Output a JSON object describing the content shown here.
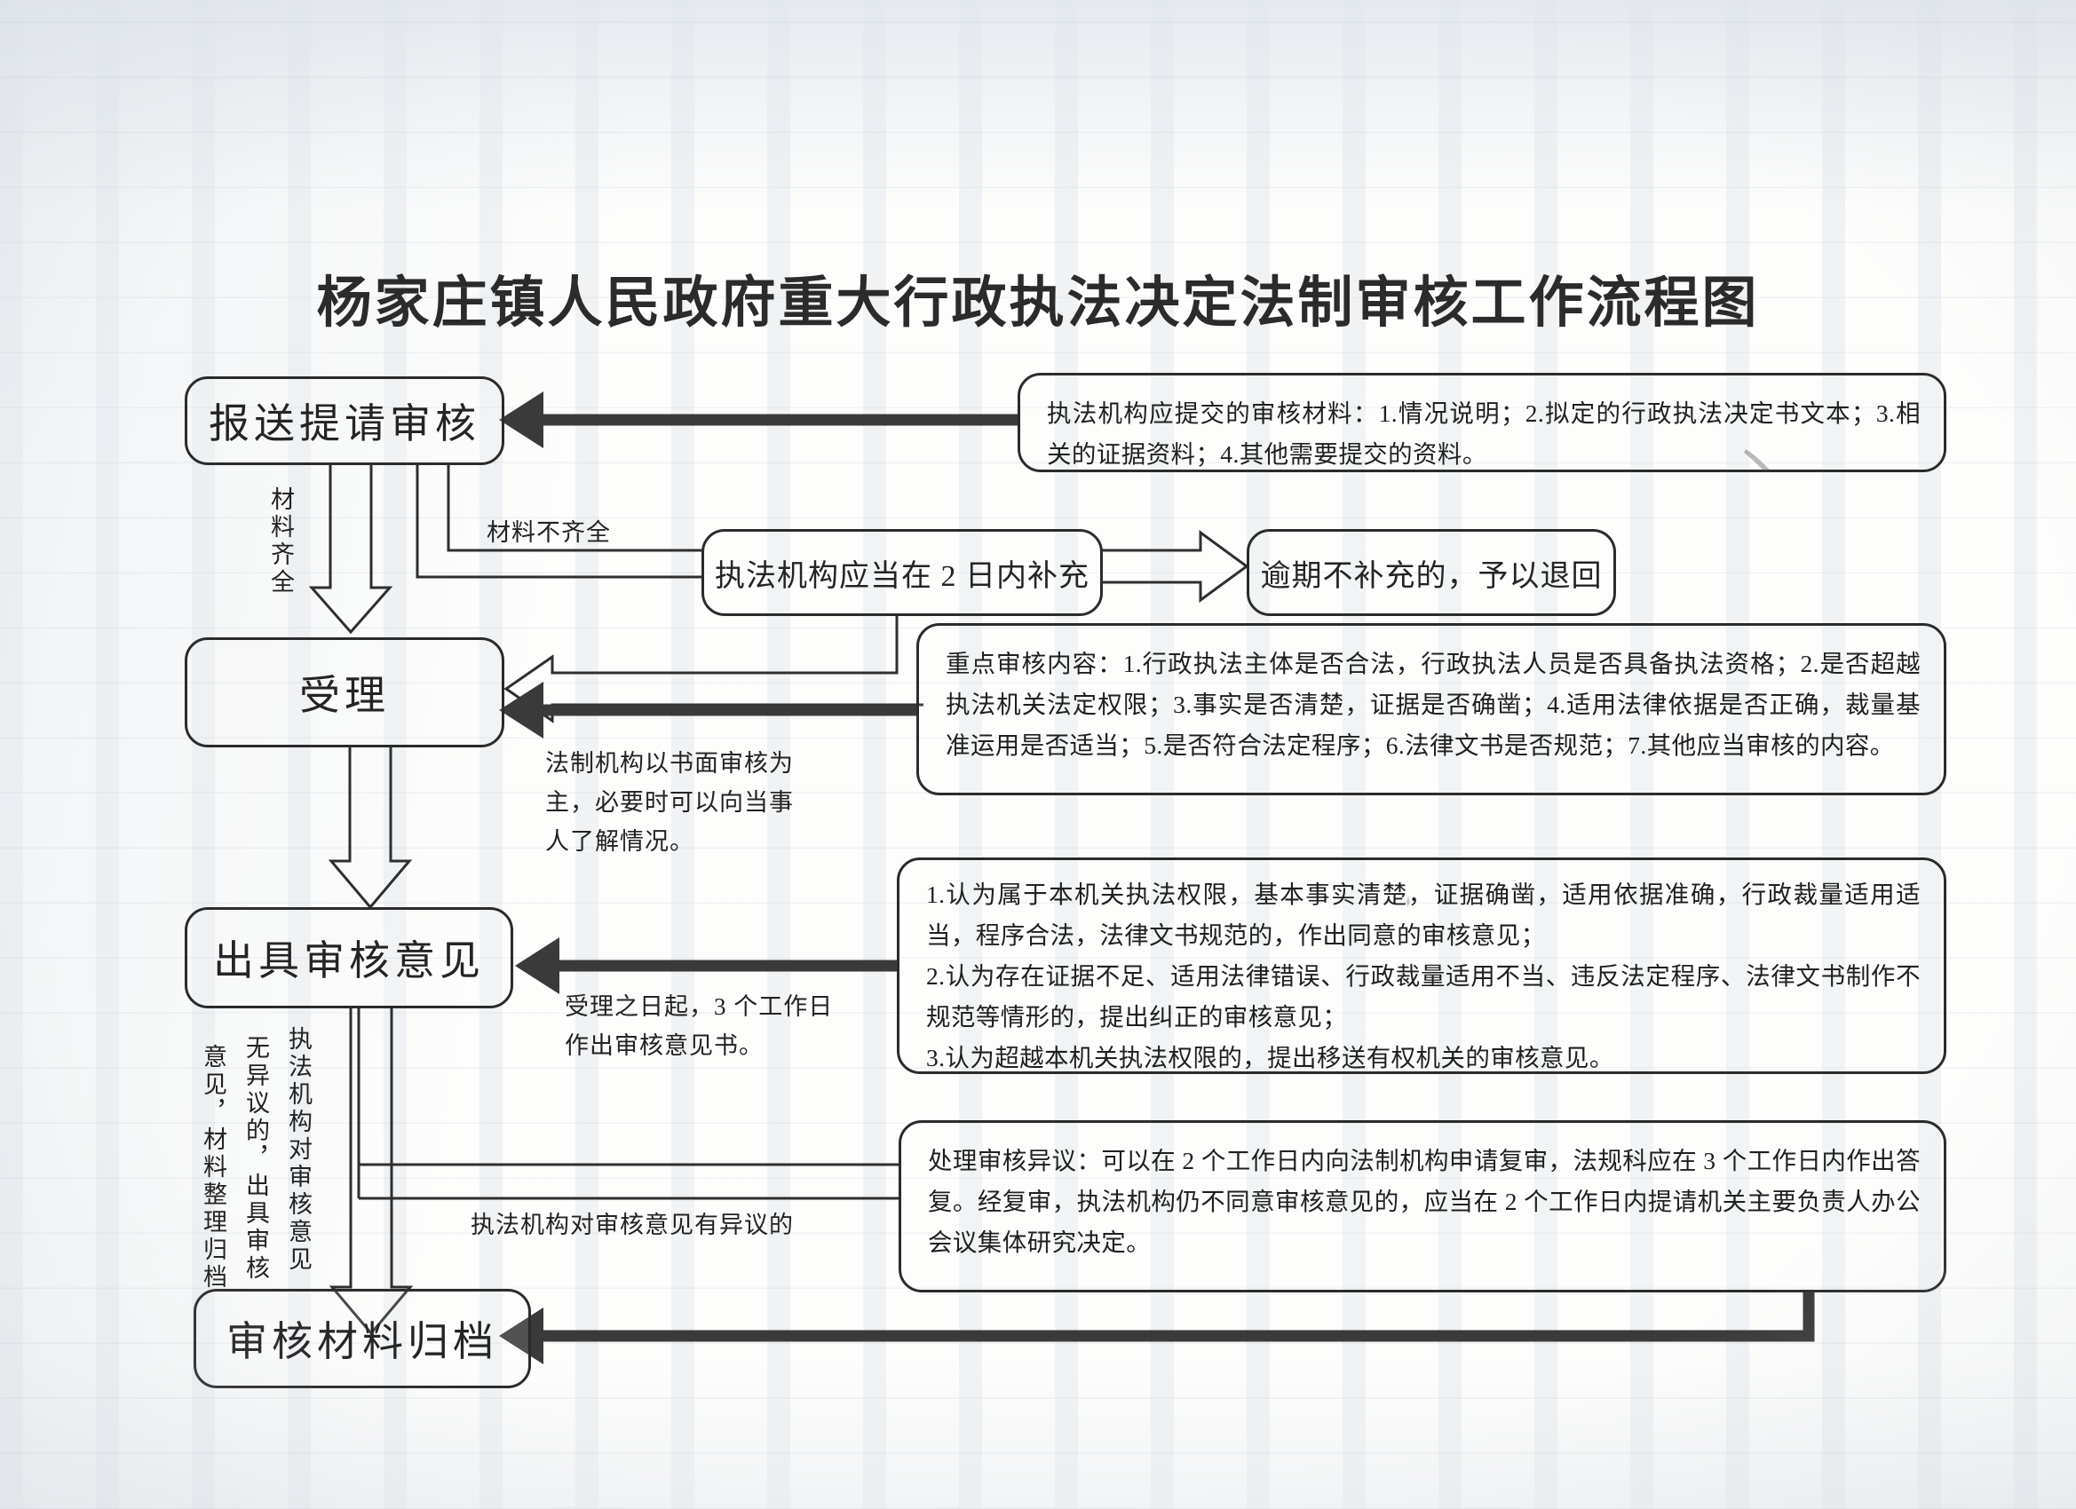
{
  "document": {
    "title": "杨家庄镇人民政府重大行政执法决定法制审核工作流程图"
  },
  "nodes": {
    "submit": "报送提请审核",
    "accept": "受理",
    "issue_opinion": "出具审核意见",
    "archive": "审核材料归档",
    "supplement": "执法机构应当在 2 日内补充",
    "return_overdue": "逾期不补充的，予以退回"
  },
  "edge_labels": {
    "materials_complete": "材料齐全",
    "materials_incomplete": "材料不齐全",
    "has_objection": "执法机构对审核意见有异议的",
    "no_objection_vertical_col1": "执法机构对审核意见",
    "no_objection_vertical_col2": "无异议的，出具审核",
    "no_objection_vertical_col3": "意见，材料整理归档"
  },
  "annotations": {
    "written_review": "法制机构以书面审核为\n主，必要时可以向当事\n人了解情况。",
    "three_working_days": "受理之日起，3 个工作日\n作出审核意见书。"
  },
  "info_boxes": {
    "submit_materials": "执法机构应提交的审核材料：1.情况说明；2.拟定的行政执法决定书文本；3.相关的证据资料；4.其他需要提交的资料。",
    "key_review_content": "重点审核内容：1.行政执法主体是否合法，行政执法人员是否具备执法资格；2.是否超越执法机关法定权限；3.事实是否清楚，证据是否确凿；4.适用法律依据是否正确，裁量基准运用是否适当；5.是否符合法定程序；6.法律文书是否规范；7.其他应当审核的内容。",
    "opinion_types_1": "1.认为属于本机关执法权限，基本事实清楚，证据确凿，适用依据准确，行政裁量适用适当，程序合法，法律文书规范的，作出同意的审核意见；",
    "opinion_types_2": "2.认为存在证据不足、适用法律错误、行政裁量适用不当、违反法定程序、法律文书制作不规范等情形的，提出纠正的审核意见；",
    "opinion_types_3": "3.认为超越本机关执法权限的，提出移送有权机关的审核意见。",
    "objection_handling": "处理审核异议：可以在 2 个工作日内向法制机构申请复审，法规科应在 3 个工作日内作出答复。经复审，执法机构仍不同意审核意见的，应当在 2 个工作日内提请机关主要负责人办公会议集体研究决定。"
  },
  "colors": {
    "ink": "#2b2b2b",
    "bold_arrow": "#3a3a3a",
    "paper": "#fdfdfc"
  },
  "chart_data": {
    "type": "diagram",
    "diagram_kind": "flowchart",
    "flow_sequence": [
      "报送提请审核",
      "受理",
      "出具审核意见",
      "审核材料归档"
    ],
    "branches": [
      {
        "from": "报送提请审核",
        "to": "受理",
        "label": "材料齐全"
      },
      {
        "from": "报送提请审核",
        "to": "执法机构应当在 2 日内补充",
        "label": "材料不齐全"
      },
      {
        "from": "执法机构应当在 2 日内补充",
        "to": "逾期不补充的，予以退回",
        "label": ""
      },
      {
        "from": "执法机构应当在 2 日内补充",
        "to": "受理",
        "label": ""
      },
      {
        "from": "受理",
        "to": "出具审核意见",
        "label": ""
      },
      {
        "from": "出具审核意见",
        "to": "审核材料归档",
        "label": "执法机构对审核意见无异议的，出具审核意见，材料整理归档"
      },
      {
        "from": "出具审核意见",
        "to": "处理审核异议",
        "label": "执法机构对审核意见有异议的"
      },
      {
        "from": "处理审核异议",
        "to": "审核材料归档",
        "label": ""
      }
    ]
  }
}
